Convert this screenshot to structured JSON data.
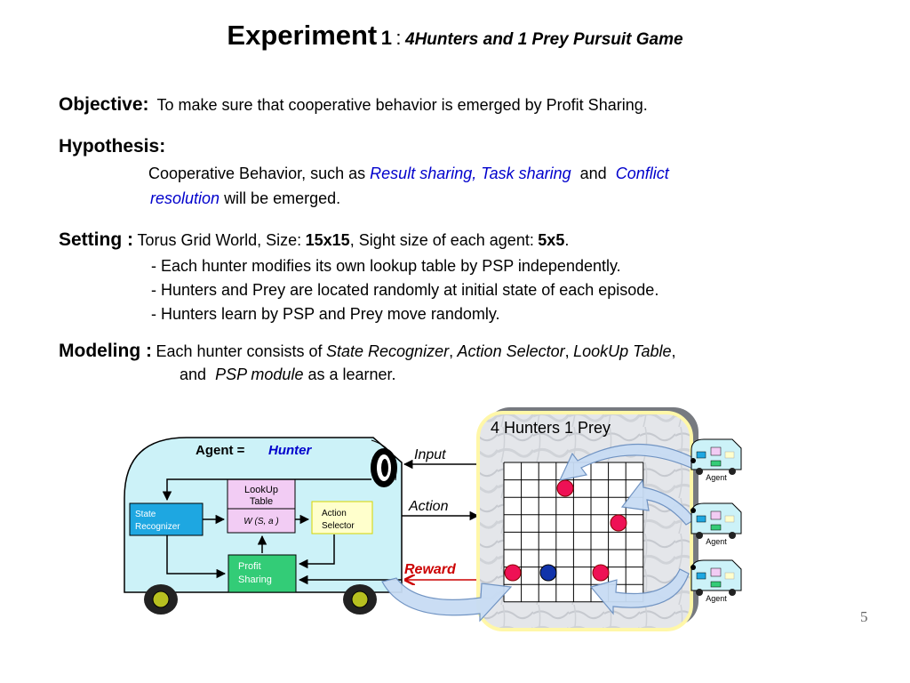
{
  "title": {
    "main": "Experiment",
    "number": "1",
    "colon": ":",
    "subtitle": "4Hunters and 1 Prey Pursuit Game"
  },
  "objective": {
    "label": "Objective:",
    "text": "To make sure that cooperative behavior is emerged by Profit Sharing."
  },
  "hypothesis": {
    "label": "Hypothesis:",
    "line1_pre": "Cooperative Behavior, such as",
    "line1_blue": "Result sharing, Task sharing",
    "line1_and": "and",
    "line1_blue2": "Conflict",
    "line2_blue": "resolution",
    "line2_post": "will be emerged."
  },
  "setting": {
    "label": "Setting :",
    "t1": "Torus Grid World,  Size:",
    "size": "15x15",
    "t2": ",  Sight size of each agent:",
    "sight": "5x5",
    "t3": ".",
    "bullets": [
      "- Each hunter modifies its own lookup table by PSP independently.",
      "- Hunters and Prey are located randomly at initial state of each episode.",
      "- Hunters learn by PSP and Prey move randomly."
    ]
  },
  "modeling": {
    "label": "Modeling :",
    "t1": "Each hunter consists of",
    "i1": "State Recognizer",
    "c1": ",",
    "i2": "Action Selector",
    "c2": ",",
    "i3": "LookUp Table",
    "c3": ",",
    "l2_and": "and",
    "i4": "PSP  module",
    "l2_post": "as a learner."
  },
  "diagram": {
    "agent_label": "Agent =",
    "hunter_label": "Hunter",
    "state_recognizer": [
      "State",
      "Recognizer"
    ],
    "lookup_table": [
      "LookUp",
      "Table"
    ],
    "w_formula": "W (S, a )",
    "action_selector": [
      "Action",
      "Selector"
    ],
    "profit_sharing": [
      "Profit",
      "Sharing"
    ],
    "input_label": "Input",
    "action_label": "Action",
    "reward_label": "Reward",
    "world_title": "4 Hunters 1 Prey",
    "mini_agent_labels": [
      "Agent",
      "Agent",
      "Agent"
    ]
  },
  "colors": {
    "vehicle_fill": "#ccf2f8",
    "lookup_fill": "#f2ccf4",
    "profit_fill": "#33cc77",
    "action_fill": "#ffffcc",
    "hunter_color": "#ee1155",
    "prey_color": "#1133aa",
    "reward_color": "#cc0000",
    "text_blue": "#0000cc"
  },
  "page_number": "5"
}
